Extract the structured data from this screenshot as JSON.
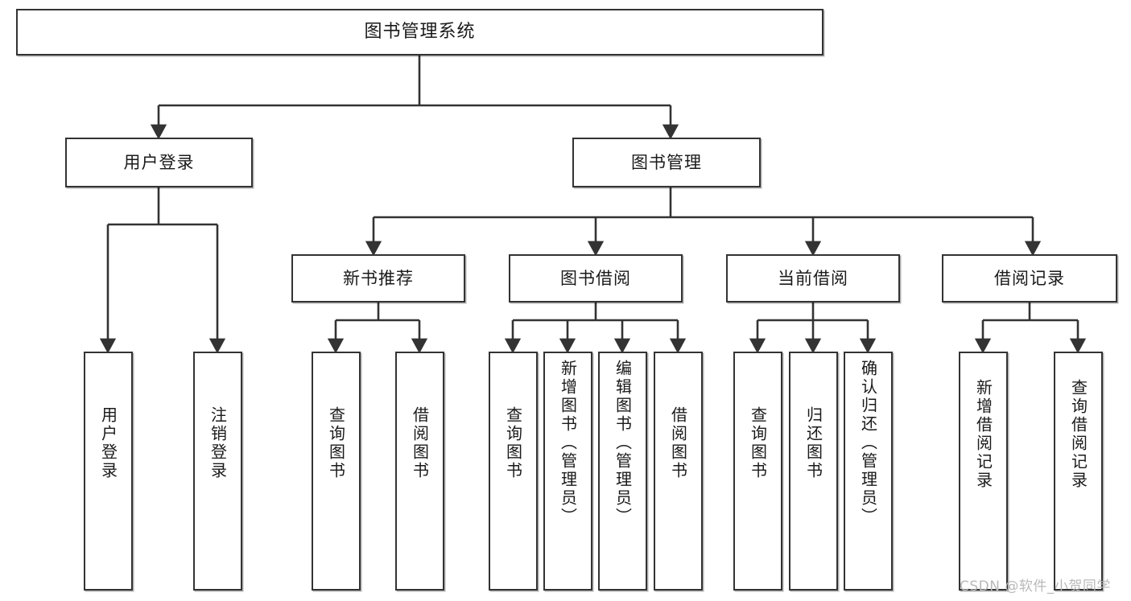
{
  "diagram": {
    "title": "图书管理系统",
    "watermark": "CSDN @软件_小贺同学",
    "stroke_color": "#333333",
    "background_color": "#ffffff",
    "text_color": "#1a1a1a",
    "watermark_color": "#b9b9b9"
  },
  "nodes": {
    "root": {
      "label": "图书管理系统"
    },
    "level2": [
      {
        "label": "用户登录"
      },
      {
        "label": "图书管理"
      }
    ],
    "level3": [
      {
        "label": "新书推荐"
      },
      {
        "label": "图书借阅"
      },
      {
        "label": "当前借阅"
      },
      {
        "label": "借阅记录"
      }
    ],
    "leaves": {
      "user_login": [
        {
          "label": "用户登录"
        },
        {
          "label": "注销登录"
        }
      ],
      "new_book_recommend": [
        {
          "label": "查询图书"
        },
        {
          "label": "借阅图书"
        }
      ],
      "book_borrow": [
        {
          "label": "查询图书"
        },
        {
          "label": "新增图书（管理员）"
        },
        {
          "label": "编辑图书（管理员）"
        },
        {
          "label": "借阅图书"
        }
      ],
      "current_borrow": [
        {
          "label": "查询图书"
        },
        {
          "label": "归还图书"
        },
        {
          "label": "确认归还（管理员）"
        }
      ],
      "borrow_record": [
        {
          "label": "新增借阅记录"
        },
        {
          "label": "查询借阅记录"
        }
      ]
    }
  }
}
